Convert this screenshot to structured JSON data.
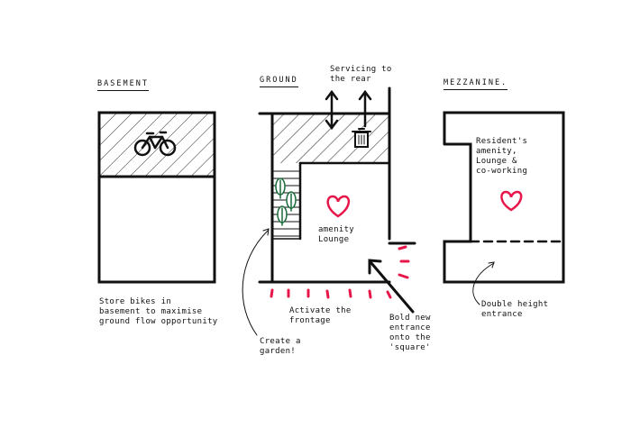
{
  "headings": {
    "basement": "BASEMENT",
    "ground": "GROUND",
    "mezzanine": "MEZZANINE."
  },
  "annotations": {
    "servicing": "Servicing to\nthe rear",
    "resident_amenity": "Resident's\namenity,\nLounge &\nco-working",
    "amenity_lounge": "amenity\nLounge",
    "store_bikes": "Store bikes in\nbasement to maximise\nground flow opportunity",
    "activate_frontage": "Activate the\nfrontage",
    "create_garden": "Create a\ngarden!",
    "bold_entrance": "Bold new\nentrance\nonto the\n'square'",
    "double_height": "Double height\nentrance"
  },
  "colors": {
    "ink": "#111111",
    "accent": "#e8174a"
  },
  "icons": [
    "bicycle-icon",
    "bin-icon",
    "heart-icon",
    "tree-icon"
  ]
}
